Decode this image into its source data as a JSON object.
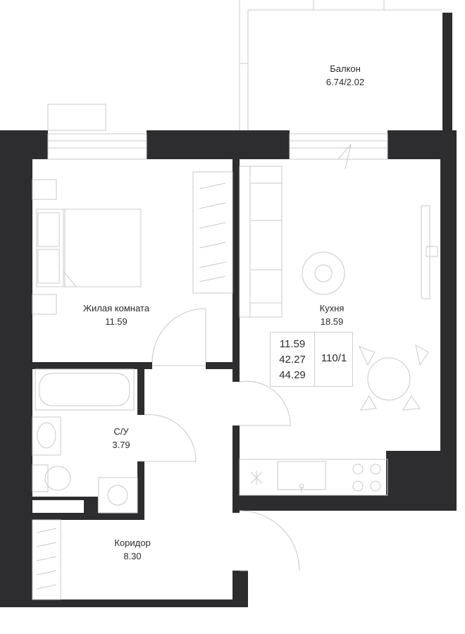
{
  "rooms": {
    "balcony": {
      "name": "Балкон",
      "area": "6.74/2.02"
    },
    "living_room": {
      "name": "Жилая комната",
      "area": "11.59"
    },
    "kitchen": {
      "name": "Кухня",
      "area": "18.59"
    },
    "bathroom": {
      "name": "С/У",
      "area": "3.79"
    },
    "corridor": {
      "name": "Коридор",
      "area": "8.30"
    }
  },
  "summary": {
    "living_area": "11.59",
    "total_area": "42.27",
    "total_with_balcony": "44.29",
    "apartment_number": "110/1"
  },
  "colors": {
    "wall": "#2d2d2f",
    "line": "#c8c8c8",
    "background": "#ffffff"
  }
}
